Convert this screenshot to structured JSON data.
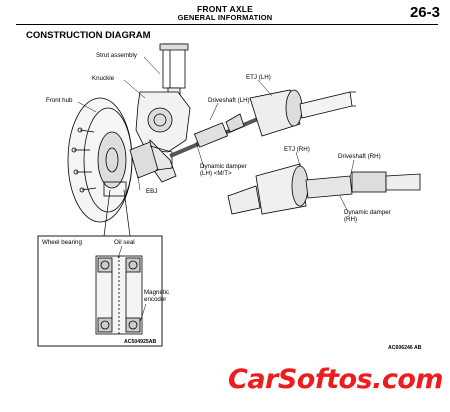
{
  "header": {
    "title": "FRONT AXLE",
    "subtitle": "GENERAL INFORMATION",
    "page": "26-3"
  },
  "section_title": "CONSTRUCTION DIAGRAM",
  "labels": {
    "strut_assembly": "Strut assembly",
    "knuckle": "Knuckle",
    "front_hub": "Front hub",
    "etj_lh": "ETJ (LH)",
    "driveshaft_lh": "Driveshaft (LH)",
    "dynamic_damper_lh": "Dynamic damper\n(LH) <M/T>",
    "ebj": "EBJ",
    "etj_rh": "ETJ (RH)",
    "driveshaft_rh": "Driveshaft (RH)",
    "dynamic_damper_rh": "Dynamic damper\n(RH)",
    "wheel_bearing": "Wheel bearing",
    "oil_seal": "Oil seal",
    "magnetic_encoder": "Magnetic\nencoder"
  },
  "codes": {
    "inset": "AC504925AB",
    "main": "AC606246 AB"
  },
  "watermark": "CarSoftos.com"
}
